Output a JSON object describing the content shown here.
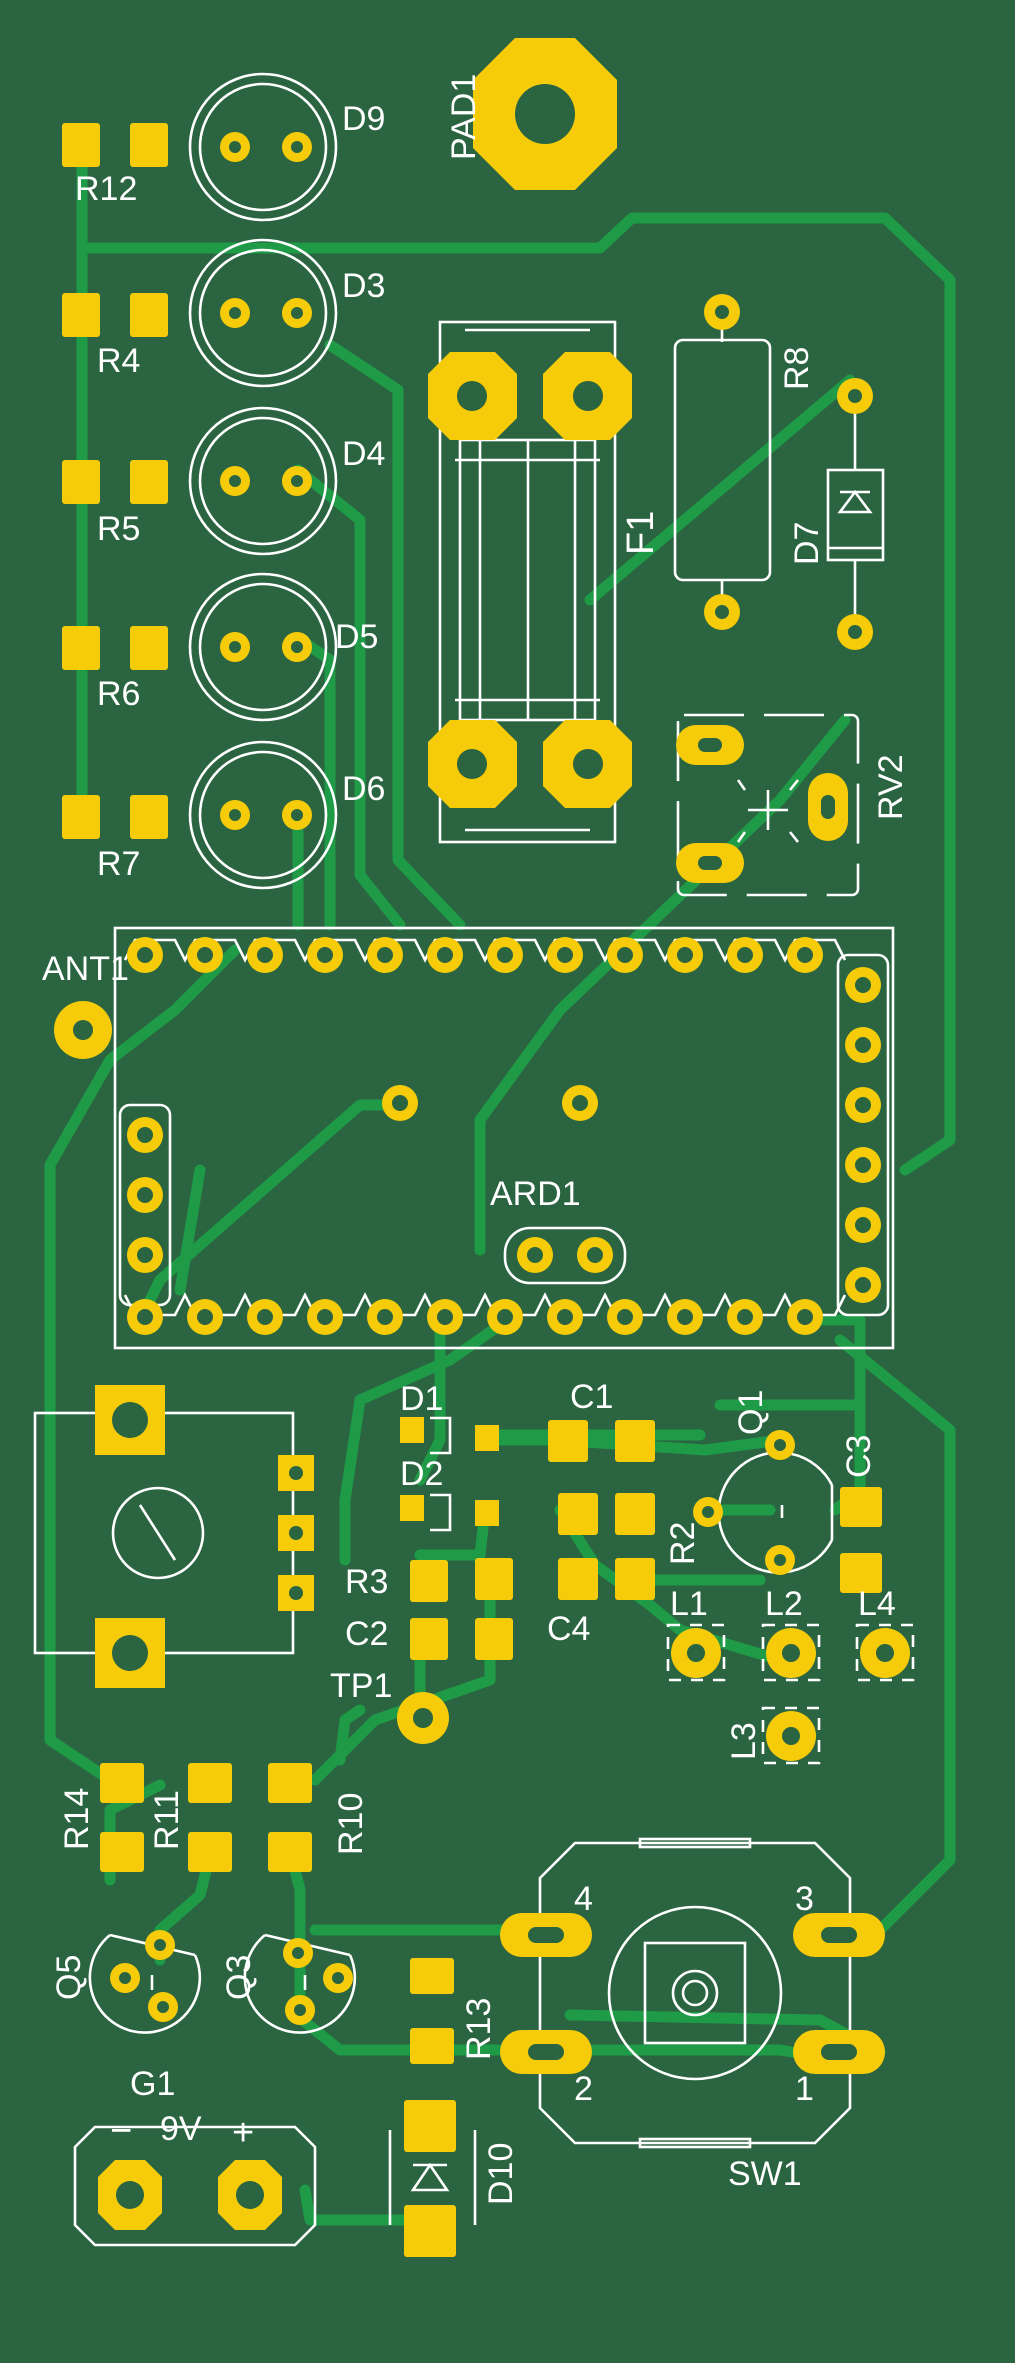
{
  "colors": {
    "board": "#2a6440",
    "trace": "#1f9a47",
    "copper": "#f6cc0a",
    "silkscreen": "#ffffff"
  },
  "labels": {
    "R12": "R12",
    "R4": "R4",
    "R5": "R5",
    "R6": "R6",
    "R7": "R7",
    "D9": "D9",
    "D3": "D3",
    "D4": "D4",
    "D5": "D5",
    "D6": "D6",
    "PAD1": "PAD1",
    "F1": "F1",
    "R8": "R8",
    "D7": "D7",
    "RV2": "RV2",
    "ANT1": "ANT1",
    "ARD1": "ARD1",
    "D1": "D1",
    "D2": "D2",
    "C1": "C1",
    "Q1": "Q1",
    "C3": "C3",
    "R2": "R2",
    "R3": "R3",
    "C2": "C2",
    "C4": "C4",
    "TP1": "TP1",
    "L1": "L1",
    "L2": "L2",
    "L4": "L4",
    "L3": "L3",
    "R14": "R14",
    "R11": "R11",
    "R10": "R10",
    "Q5": "Q5",
    "Q3": "Q3",
    "R13": "R13",
    "G1": "G1",
    "G1_minus": "−",
    "G1_voltage": "9V",
    "G1_plus": "+",
    "D10": "D10",
    "SW1": "SW1",
    "SW1_pin1": "1",
    "SW1_pin2": "2",
    "SW1_pin3": "3",
    "SW1_pin4": "4"
  }
}
